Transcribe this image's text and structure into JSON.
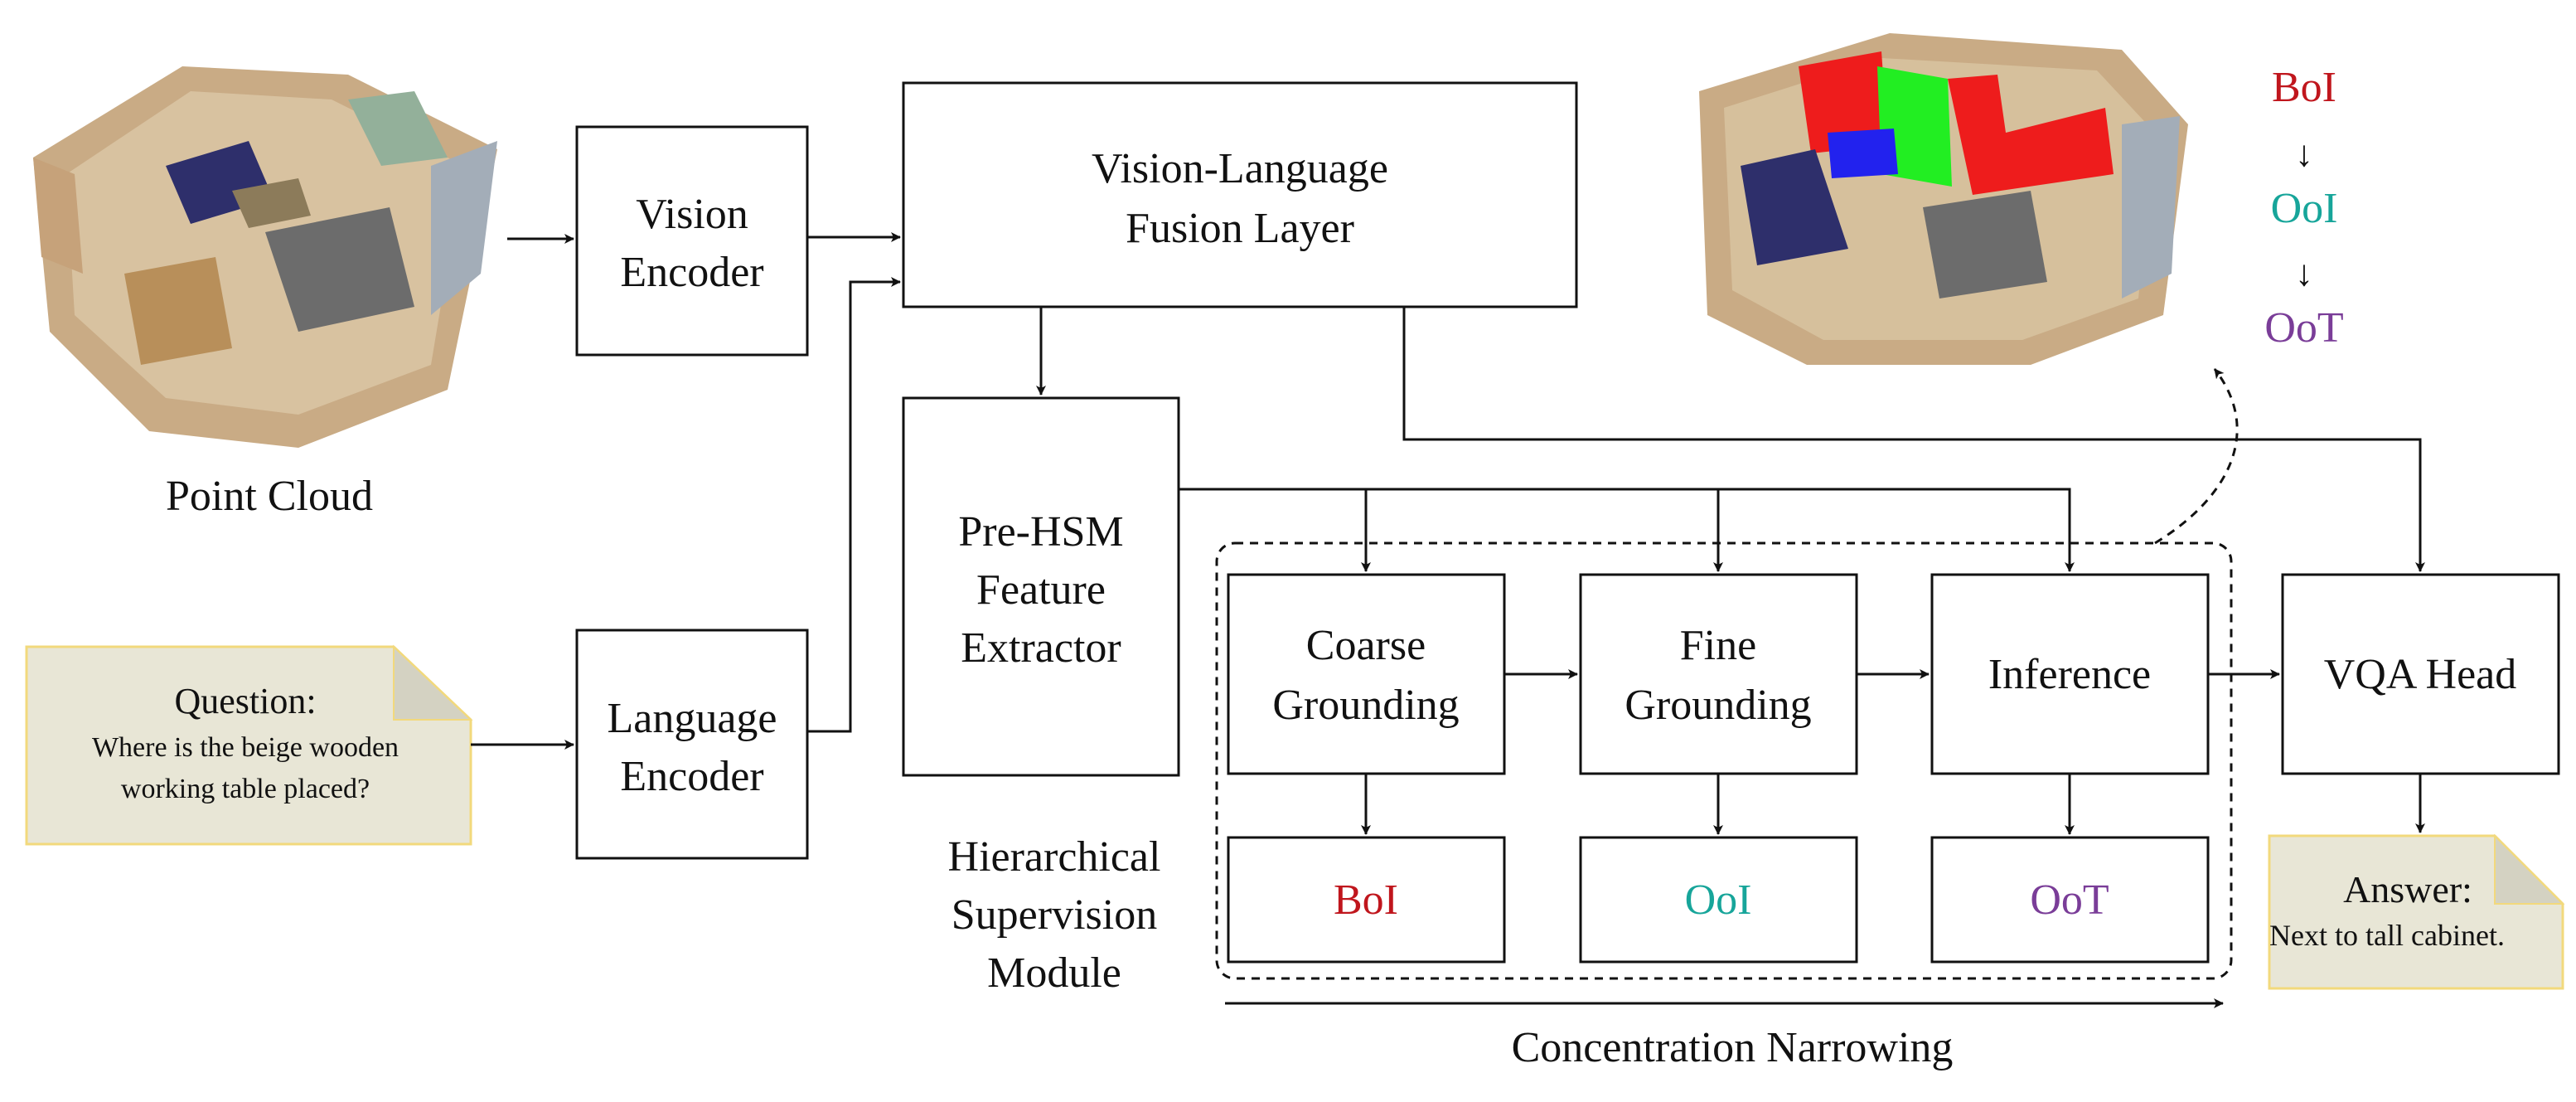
{
  "point_cloud": {
    "label": "Point Cloud"
  },
  "question": {
    "title": "Question:",
    "line1": "Where is the beige wooden",
    "line2": "working table placed?"
  },
  "vision_encoder": {
    "line1": "Vision",
    "line2": "Encoder"
  },
  "language_encoder": {
    "line1": "Language",
    "line2": "Encoder"
  },
  "fusion_layer": {
    "line1": "Vision-Language",
    "line2": "Fusion Layer"
  },
  "pre_hsm": {
    "line1": "Pre-HSM",
    "line2": "Feature",
    "line3": "Extractor"
  },
  "coarse_grounding": {
    "line1": "Coarse",
    "line2": "Grounding"
  },
  "fine_grounding": {
    "line1": "Fine",
    "line2": "Grounding"
  },
  "inference": {
    "label": "Inference"
  },
  "vqa_head": {
    "label": "VQA Head"
  },
  "outputs": {
    "boi": "BoI",
    "ooi": "OoI",
    "oot": "OoT"
  },
  "hsm_label": {
    "line1": "Hierarchical",
    "line2": "Supervision",
    "line3": "Module"
  },
  "narrowing": {
    "label": "Concentration Narrowing"
  },
  "answer": {
    "title": "Answer:",
    "text": "Next to tall cabinet."
  },
  "legend": {
    "boi": "BoI",
    "ooi": "OoI",
    "oot": "OoT",
    "arrow": "↓"
  },
  "colors": {
    "boi": "#c0161d",
    "ooi": "#17a59a",
    "oot": "#7a3d98",
    "note_fill": "#e8e6d6",
    "note_border": "#f2d97c"
  }
}
